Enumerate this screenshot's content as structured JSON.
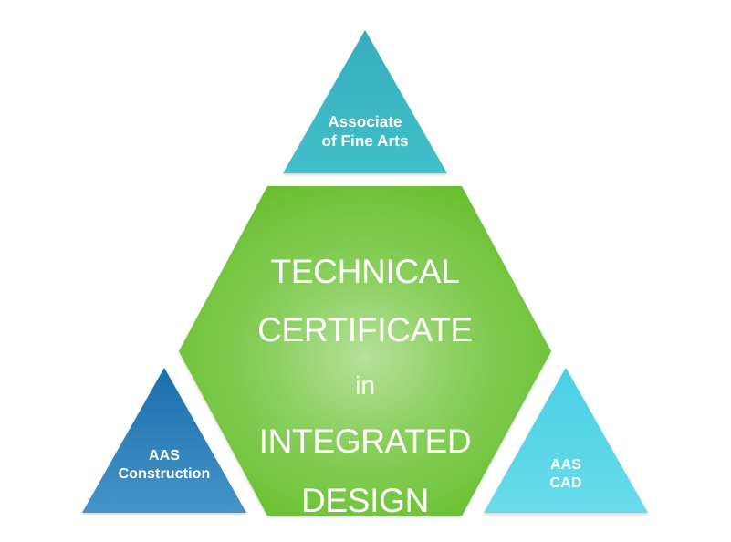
{
  "diagram": {
    "type": "pyramid-venn",
    "title_text": "TECHNICAL CERTIFICATE in INTEGRATED DESIGN",
    "background_color": "#ffffff",
    "nodes": {
      "top": {
        "label": "Associate\nof Fine Arts",
        "shape": "triangle",
        "color_top": "#35AEBD",
        "color_bottom": "#3FBCC7",
        "text_color": "#ffffff"
      },
      "center": {
        "line1": "TECHNICAL",
        "line2": "CERTIFICATE",
        "line3": "in",
        "line4": "INTEGRATED",
        "line5": "DESIGN",
        "shape": "hexagon",
        "color_center": "#AEDC8C",
        "color_edge": "#66BE2C",
        "text_color": "#ffffff"
      },
      "bottom_left": {
        "label": "AAS\nConstruction",
        "shape": "triangle",
        "color_top": "#1B6EAC",
        "color_bottom": "#4190C6",
        "text_color": "#ffffff"
      },
      "bottom_right": {
        "label": "AAS\nCAD",
        "shape": "triangle",
        "color_top": "#4ED3E6",
        "color_bottom": "#62D8E8",
        "text_color": "#ffffff"
      }
    }
  }
}
